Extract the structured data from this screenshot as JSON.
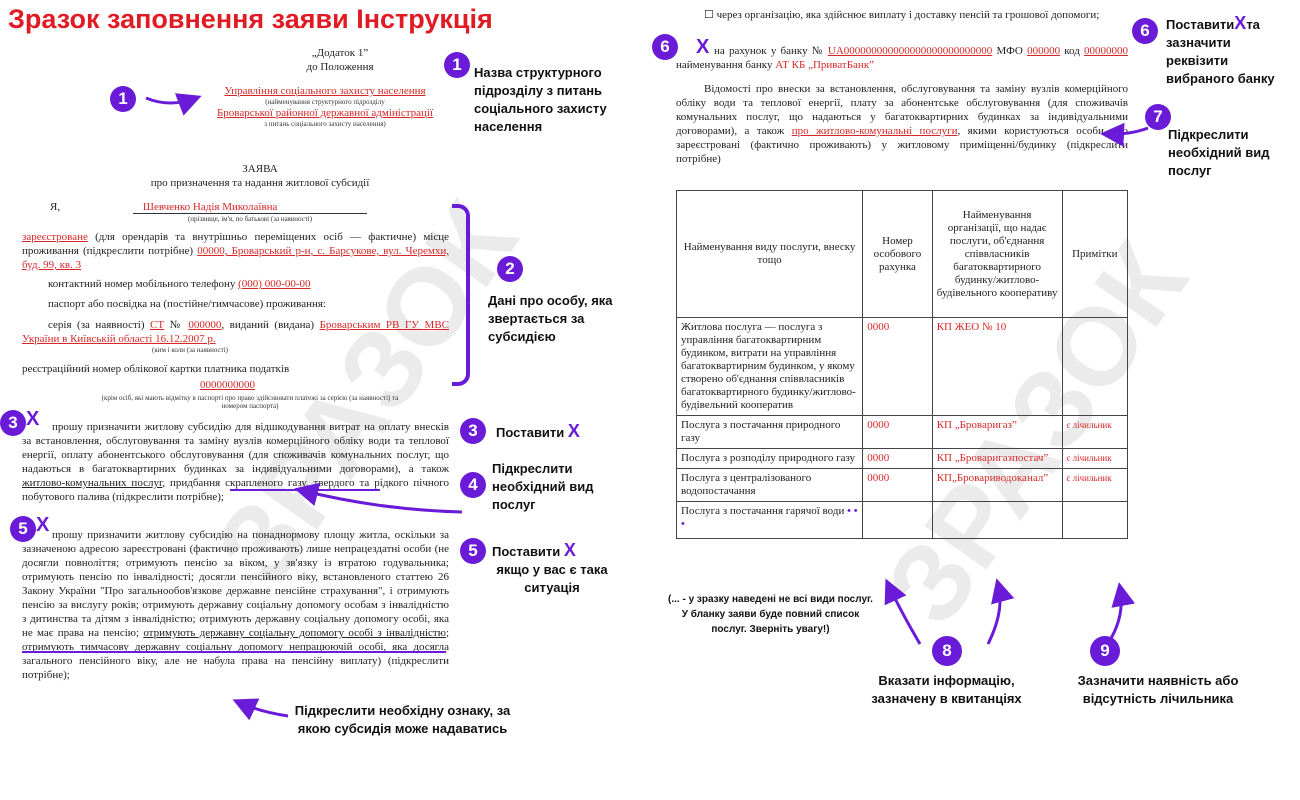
{
  "title": "Зразок заповнення заяви  Інструкція",
  "addendum": {
    "line1": "„Додаток 1”",
    "line2": "до Положення"
  },
  "dept": {
    "line1": "Управління соціального захисту населення",
    "cap1": "(найменування структурного підрозділу",
    "line2": "Броварської районної державної адміністрації",
    "cap2": "з питань соціального захисту населення)"
  },
  "heading": {
    "title": "ЗАЯВА",
    "subtitle": "про призначення та надання житлової субсидії"
  },
  "applicant": {
    "ya": "Я,",
    "name": "Шевченко Надія Миколаївна",
    "name_cap": "(прізвище, ім'я, по батькові (за наявності)",
    "registered": "зареєстроване",
    "res_text": " (для орендарів та внутрішньо переміщених осіб — фактичне) місце проживання (підкреслити потрібне)",
    "address": "00000, Броварський р-н, с. Барсукове, вул. Черемхи, буд. 99, кв. 3",
    "phone_label": "контактний номер мобільного телефону",
    "phone": "(000) 000-00-00",
    "passport_label": "паспорт або посвідка на (постійне/тимчасове) проживання:",
    "series_label": "серія (за наявності)",
    "series": "СТ",
    "num_label": "№",
    "number": "000000",
    "issued_label": ", виданий (видана)",
    "issuer": "Броварським РВ ГУ МВС України в Київській області 16.12.2007 р.",
    "issuer_cap": "(ким і коли (за наявності)",
    "tax_label": "реєстраційний номер облікової картки платника податків",
    "tax": "0000000000",
    "tax_cap": "(крім осіб, які мають відмітку в паспорті про право здійснювати платежі за серією (за наявності) та номером паспорта)"
  },
  "para1": {
    "text_a": "прошу призначити житлову субсидію для відшкодування витрат на оплату внесків за встановлення, обслуговування та заміну вузлів комерційного обліку води та теплової енергії, оплату абонентського обслуговування (для споживачів комунальних послуг, що надаються в багатоквартирних будинках за індивідуальними договорами), а також",
    "underlined": "житлово-комунальних послуг",
    "text_b": ", придбання скрапленого газу, твердого та рідкого пічного побутового палива (підкреслити потрібне);"
  },
  "para2": {
    "text_a": "прошу призначити житлову субсидію на понаднормову площу житла, оскільки за зазначеною адресою зареєстровані (фактично проживають) лише непрацездатні особи (не досягли повноліття; отримують пенсію за віком, у зв'язку із втратою годувальника; отримують пенсію по інвалідності; досягли пенсійного віку, встановленого статтею 26 Закону України \"Про загальнообов'язкове державне пенсійне страхування\", і отримують пенсію за вислугу років; отримують державну соціальну допомогу особам з інвалідністю з дитинства та дітям з інвалідністю; отримують державну соціальну допомогу особі, яка не має права на пенсію;",
    "underlined": "отримують державну соціальну допомогу особі з інвалідністю",
    "text_b": "; отримують тимчасову державну соціальну допомогу непрацюючій особі, яка досягла загального пенсійного віку, але не набула права на пенсійну виплату) (підкреслити потрібне);"
  },
  "right": {
    "org_line": " через організацію, яка здійснює виплату і доставку пенсій та грошової допомоги;",
    "bank_a": "на рахунок у банку №",
    "iban": "UA000000000000000000000000000",
    "mfo_label": "МФО",
    "mfo": "000000",
    "code_label": "код",
    "code": "00000000",
    "bank_name_label": "найменування банку",
    "bank_name": "АТ КБ „ПриватБанк”",
    "info_a": "Відомості про внески за встановлення, обслуговування та заміну вузлів комерційного обліку води та теплової енергії, плату за абонентське обслуговування (для споживачів комунальних послуг, що надаються у багатоквартирних будинках за індивідуальними договорами), а також",
    "info_u": "про житлово-комунальні послуги",
    "info_b": ", якими користуються особи, що зареєстровані (фактично проживають) у житловому приміщенні/будинку (підкреслити потрібне)"
  },
  "table": {
    "headers": [
      "Найменування виду послуги, внеску тощо",
      "Номер особового рахунка",
      "Найменування організації, що надає послуги, об'єднання співвласників багатоквартирного будинку/житлово-будівельного кооперативу",
      "Примітки"
    ],
    "rows": [
      {
        "service": "Житлова послуга — послуга з управління багатоквартирним будинком, витрати на управління багатоквартирним будинком, у якому створено об'єднання співвласників багатоквартирного будинку/житлово-будівельний кооператив",
        "account": "0000",
        "org": "КП ЖЕО № 10",
        "note": ""
      },
      {
        "service": "Послуга з постачання природного газу",
        "account": "0000",
        "org": "КП „Броваригаз”",
        "note": "є лічильник"
      },
      {
        "service": "Послуга з розподілу природного газу",
        "account": "0000",
        "org": "КП „Броваригазпостач”",
        "note": "є лічильник"
      },
      {
        "service": "Послуга з централізованого водопостачання",
        "account": "0000",
        "org": "КП„Бровариводоканал”",
        "note": "є лічильник"
      },
      {
        "service": "Послуга з постачання гарячої води",
        "account": "",
        "org": "",
        "note": ""
      }
    ]
  },
  "annotations": {
    "n1": "Назва структурного підрозділу з питань соціального захисту населення",
    "n2": "Дані про особу, яка звертається за субсидією",
    "n3": "Поставити",
    "n4": "Підкреслити необхідний вид послуг",
    "n5": "Поставити",
    "n5b": "якщо у вас є така ситуація",
    "n6a": "Поставити",
    "n6b": "та зазначити реквізити вибраного банку",
    "n7": "Підкреслити необхідний вид послуг",
    "n8": "Вказати інформацію, зазначену в квитанціях",
    "n9": "Зазначити наявність або відсутність лічильника",
    "bottom_left": "Підкреслити необхідну ознаку, за якою субсидія може надаватись",
    "table_note": "(... - у зразку наведені не всі види послуг. У бланку заяви буде повний список послуг. Зверніть увагу!)"
  },
  "badges": [
    "1",
    "1",
    "2",
    "3",
    "3",
    "4",
    "5",
    "5",
    "6",
    "6",
    "7",
    "8",
    "9"
  ],
  "marks": {
    "x": "X",
    "dots": "• • •",
    "box": "☐"
  },
  "watermarks": [
    "ЗРАЗОК",
    "ЗРАЗОК"
  ],
  "colors": {
    "accent": "#6a1bd8",
    "fill": "#d62828",
    "title": "#e01b24"
  }
}
